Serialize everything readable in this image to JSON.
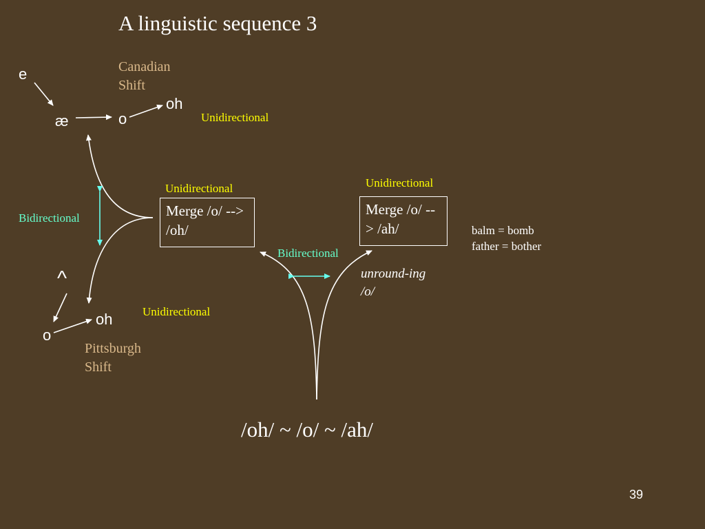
{
  "slide": {
    "title": "A linguistic sequence 3",
    "page_number": "39"
  },
  "canadian": {
    "label_line1": "Canadian",
    "label_line2": "Shift",
    "v_e": "e",
    "v_ae": "æ",
    "v_o": "o",
    "v_oh": "oh",
    "direction": "Unidirectional"
  },
  "pittsburgh": {
    "label_line1": "Pittsburgh",
    "label_line2": "Shift",
    "v_caret": "^",
    "v_o": "o",
    "v_oh": "oh",
    "direction": "Unidirectional"
  },
  "left_relation": "Bidirectional",
  "merge_oh": {
    "label": "Unidirectional",
    "text": "Merge /o/ --> /oh/"
  },
  "merge_ah": {
    "label": "Unidirectional",
    "text": "Merge /o/ --> /ah/",
    "examples": [
      "balm = bomb",
      "father = bother"
    ]
  },
  "bottom_relation": "Bidirectional",
  "unrounding": "unround-ing /o/",
  "formula": "/oh/ ~ /o/ ~ /ah/",
  "colors": {
    "background": "#4f3d26",
    "unidirectional": "#ffff00",
    "bidirectional": "#66ffcc",
    "shift_label": "#d9b88a"
  }
}
